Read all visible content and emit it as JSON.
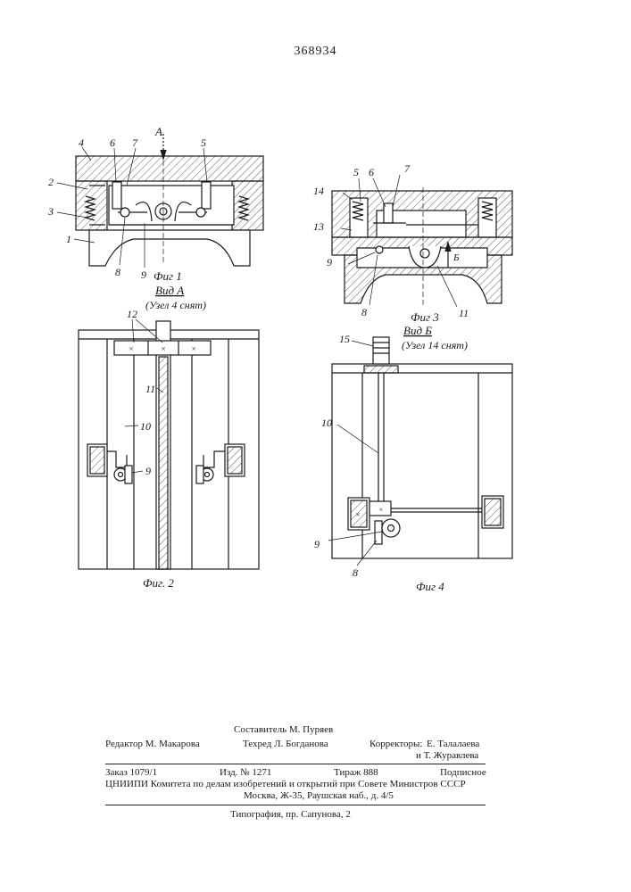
{
  "patent_number": "368934",
  "figures": {
    "fig1": {
      "caption": "Фиг 1",
      "view_arrow": "А",
      "labels": [
        "4",
        "6",
        "7",
        "5",
        "2",
        "3",
        "1",
        "8",
        "9"
      ]
    },
    "fig2": {
      "caption": "Фиг. 2",
      "view_title": "Вид А",
      "view_note": "(Узел 4 снят)",
      "labels": [
        "12",
        "11",
        "10",
        "9"
      ]
    },
    "fig3": {
      "caption": "Фиг 3",
      "view_arrow": "Б",
      "labels": [
        "5",
        "6",
        "7",
        "14",
        "13",
        "9",
        "8",
        "11"
      ]
    },
    "fig4": {
      "caption": "Фиг 4",
      "view_title": "Вид Б",
      "view_note": "(Узел 14 снят)",
      "labels": [
        "15",
        "10",
        "9",
        "8"
      ]
    }
  },
  "credits": {
    "compiler": "Составитель М. Пуряев",
    "editor": "Редактор М. Макарова",
    "techred": "Техред Л. Богданова",
    "correctors_label": "Корректоры:",
    "corrector_1": "Е. Талалаева",
    "corrector_2": "и Т. Журавлева",
    "order": "Заказ 1079/1",
    "edition": "Изд. № 1271",
    "circulation": "Тираж 888",
    "subscription": "Подписное",
    "institute_line": "ЦНИИПИ Комитета по делам изобретений и открытий при Совете Министров СССР",
    "address": "Москва, Ж-35, Раушская наб., д. 4/5",
    "printing": "Типография, пр. Сапунова, 2"
  }
}
